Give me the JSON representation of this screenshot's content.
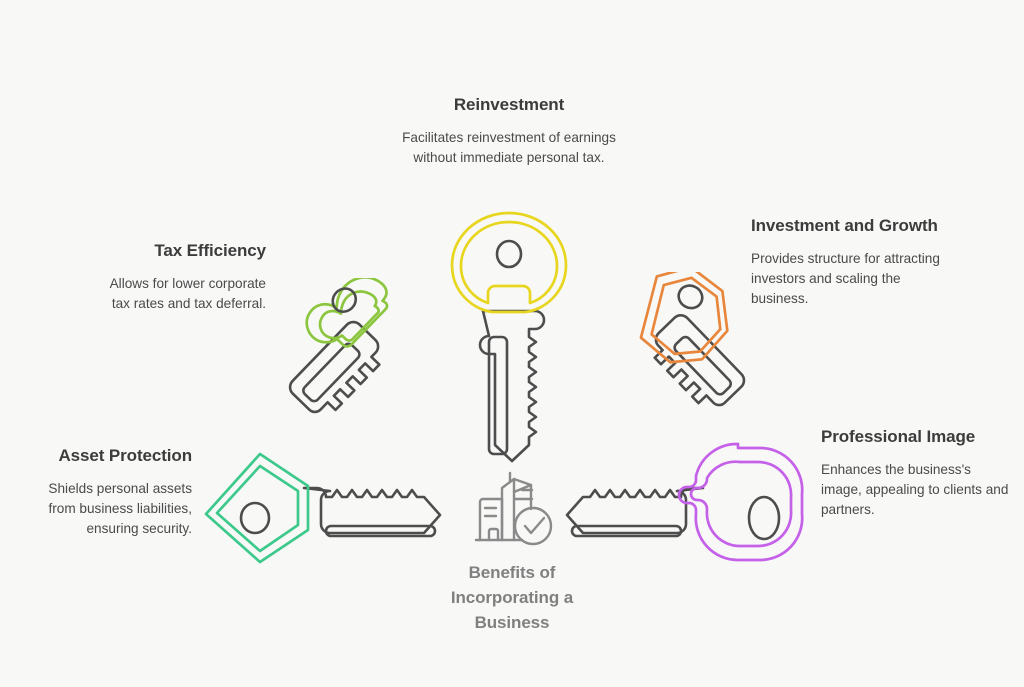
{
  "page": {
    "background_color": "#F8F8F7",
    "title_text_color": "#3C3C3C",
    "body_text_color": "#4A4A4A",
    "key_body_color": "#4D4D4D"
  },
  "center": {
    "icon": "building-check-icon",
    "title": "Benefits of Incorporating a Business",
    "title_color": "#808080"
  },
  "items": [
    {
      "id": "reinvestment",
      "title": "Reinvestment",
      "description": "Facilitates reinvestment of earnings without immediate personal tax.",
      "accent_color": "#E8D61E",
      "key_icon": "key-round-bow-icon",
      "align": "center"
    },
    {
      "id": "tax-efficiency",
      "title": "Tax Efficiency",
      "description": "Allows for lower corporate tax rates and tax deferral.",
      "accent_color": "#8CC63F",
      "key_icon": "key-clover-bow-icon",
      "align": "right"
    },
    {
      "id": "investment-and-growth",
      "title": "Investment and Growth",
      "description": "Provides structure for attracting investors and scaling the business.",
      "accent_color": "#E8873C",
      "key_icon": "key-hexagon-bow-icon",
      "align": "left"
    },
    {
      "id": "asset-protection",
      "title": "Asset Protection",
      "description": "Shields personal assets from business liabilities, ensuring security.",
      "accent_color": "#3CC98B",
      "key_icon": "key-diamond-bow-icon",
      "align": "right"
    },
    {
      "id": "professional-image",
      "title": "Professional Image",
      "description": "Enhances the business's image, appealing to clients and partners.",
      "accent_color": "#C561E8",
      "key_icon": "key-rounded-rect-bow-icon",
      "align": "left"
    }
  ]
}
